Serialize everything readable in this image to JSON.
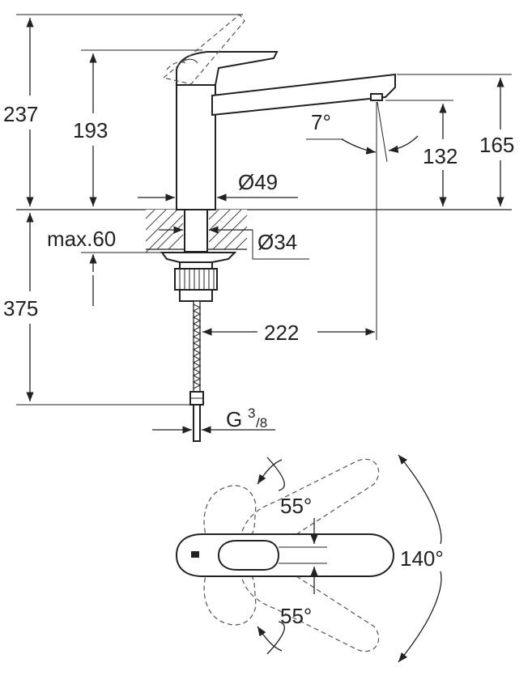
{
  "side_view": {
    "dim_total_height": "237",
    "dim_body_height": "193",
    "dim_spout_height": "165",
    "dim_spout_clearance": "132",
    "dim_tilt_angle": "7°",
    "dim_body_diameter": "Ø49",
    "dim_shank_diameter": "Ø34",
    "dim_max_deck": "max.60",
    "dim_below_deck": "375",
    "dim_spout_reach": "222",
    "dim_connection": "G",
    "dim_connection_frac_num": "3",
    "dim_connection_frac_den": "/8"
  },
  "top_view": {
    "dim_angle_upper": "55°",
    "dim_angle_lower": "55°",
    "dim_angle_total": "140°"
  }
}
